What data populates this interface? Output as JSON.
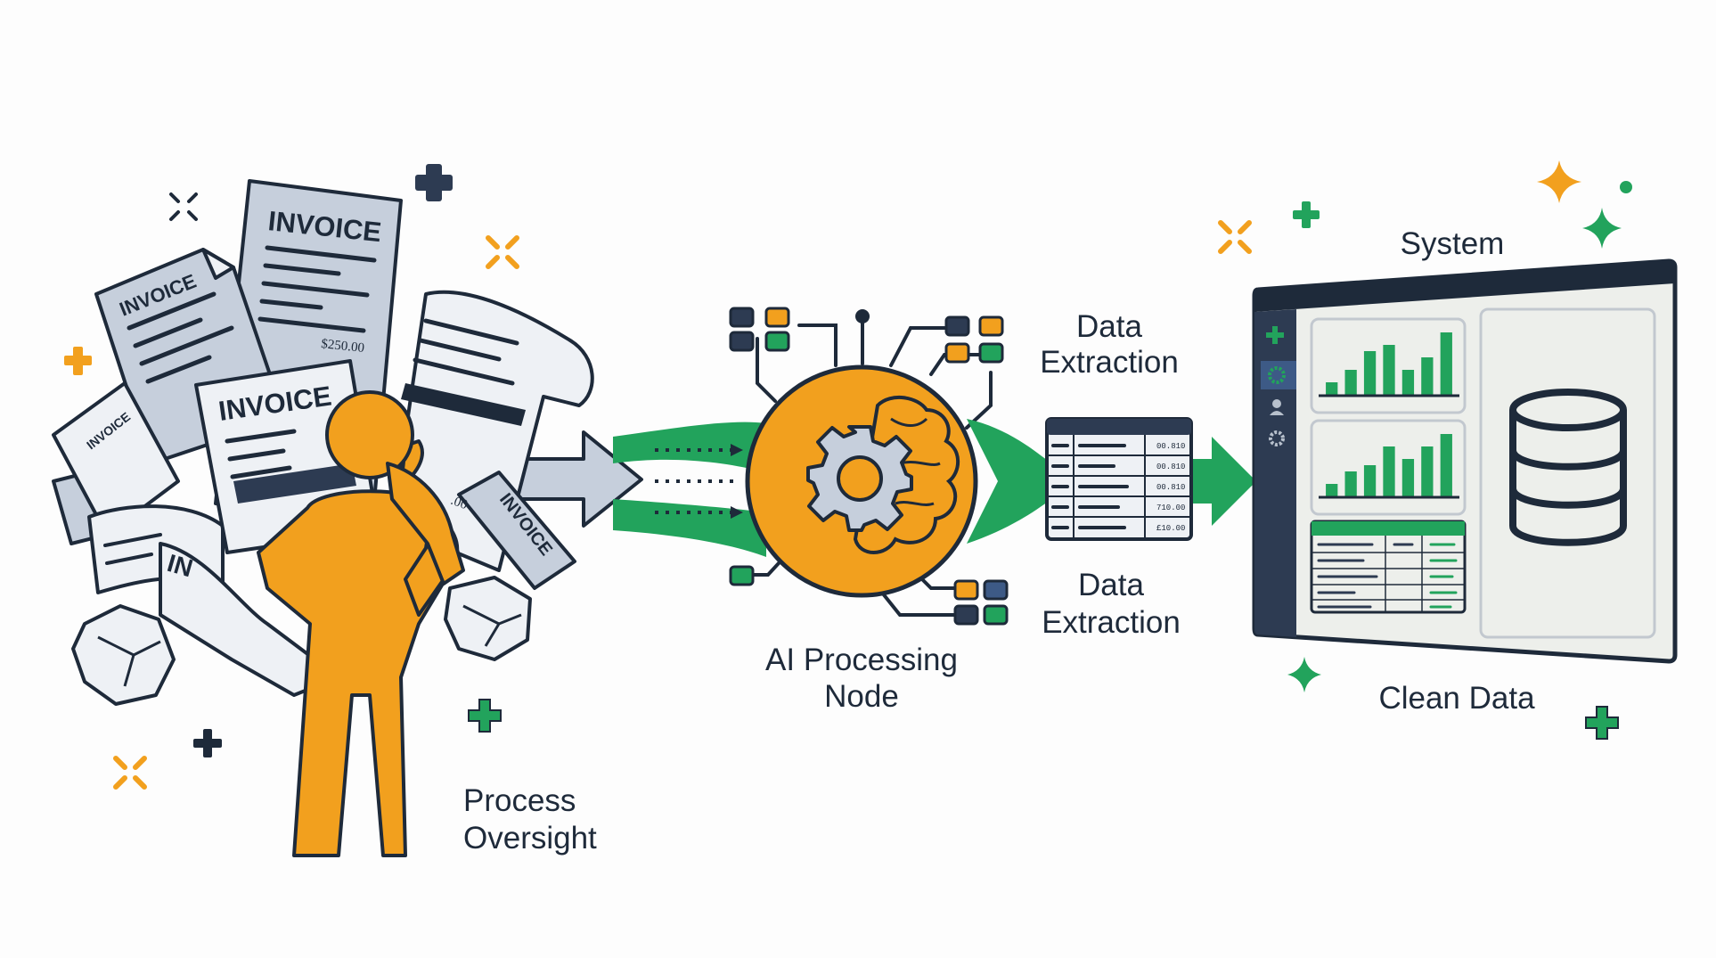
{
  "colors": {
    "navy": "#1e2a3a",
    "orange": "#f2a01e",
    "green": "#22a35c",
    "paper": "#c6cfdc",
    "paper_light": "#eef1f5",
    "window_bg": "#edefeb"
  },
  "documents": {
    "heading": "INVOICE",
    "heading_short": "IN",
    "amount_1": "$250.00",
    "amount_2": ".00"
  },
  "person": {
    "label_line1": "Process",
    "label_line2": "Oversight"
  },
  "node": {
    "label_line1": "AI Processing",
    "label_line2": "Node",
    "icons": [
      "gear-icon",
      "brain-icon"
    ]
  },
  "extraction": {
    "label_top_line1": "Data",
    "label_top_line2": "Extraction",
    "label_bottom_line1": "Data",
    "label_bottom_line2": "Extraction",
    "table_values": [
      "00.810",
      "00.810",
      "00.810",
      "710.00",
      "£10.00"
    ]
  },
  "system": {
    "title": "System",
    "caption": "Clean Data",
    "sidebar_icons": [
      "plus-icon",
      "gear-icon",
      "user-icon",
      "gear-icon"
    ],
    "database_icon": "database-icon"
  },
  "chart_data": [
    {
      "type": "bar",
      "values": [
        1,
        2,
        3.5,
        4,
        2,
        3,
        5
      ]
    },
    {
      "type": "bar",
      "values": [
        1,
        2,
        2.5,
        4,
        3,
        4,
        5
      ]
    }
  ]
}
